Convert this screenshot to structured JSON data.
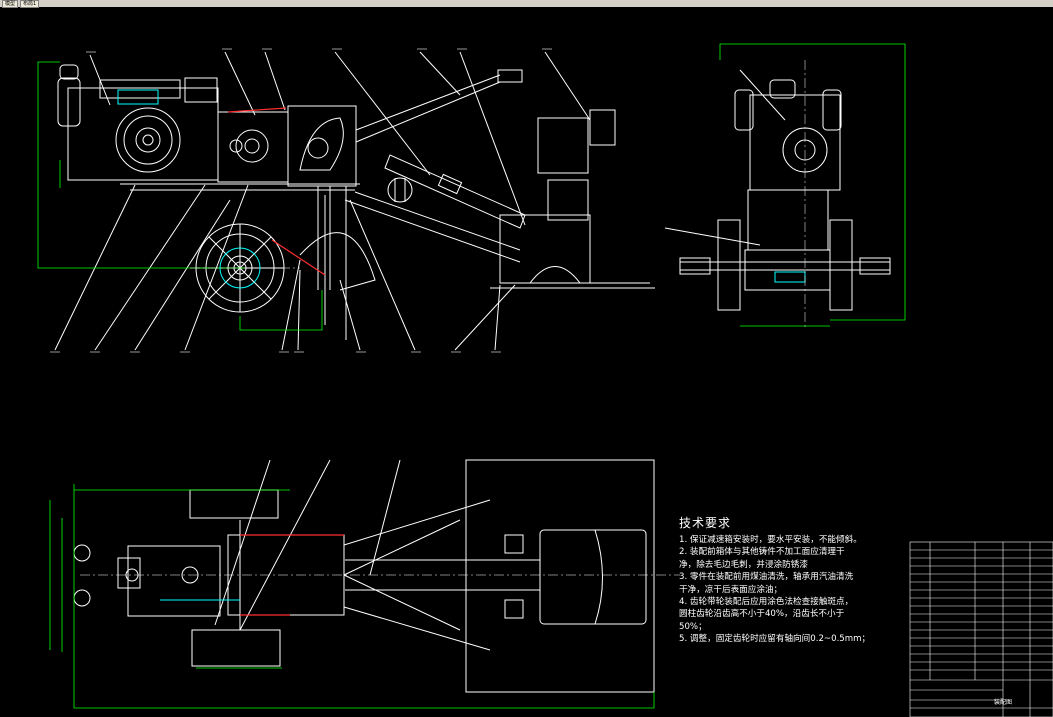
{
  "window": {
    "tabs": [
      "模型",
      "布局1"
    ]
  },
  "notes": {
    "title": "技术要求",
    "lines": [
      "1. 保证减速箱安装时，要水平安装，不能倾斜。",
      "2. 装配前箱体与其他铸件不加工面应清理干",
      "   净，除去毛边毛刺，并浸涂防锈漆",
      "3. 零件在装配前用煤油清洗，轴承用汽油清洗",
      "   干净，凉干后表面应涂油；",
      "4. 齿轮带轮装配后应用涂色法检查接触斑点，",
      "   圆柱齿轮沿齿高不小于40%，沿齿长不小于",
      "   50%；",
      "5. 调整，固定齿轮时应留有轴向间0.2~0.5mm；"
    ]
  },
  "title_block": {
    "label": "装配图"
  },
  "colors": {
    "background": "#000000",
    "lines": "#ffffff",
    "dimension": "#00ff00",
    "section": "#ff3030",
    "hidden": "#00ffff",
    "accent": "#ffff00"
  }
}
